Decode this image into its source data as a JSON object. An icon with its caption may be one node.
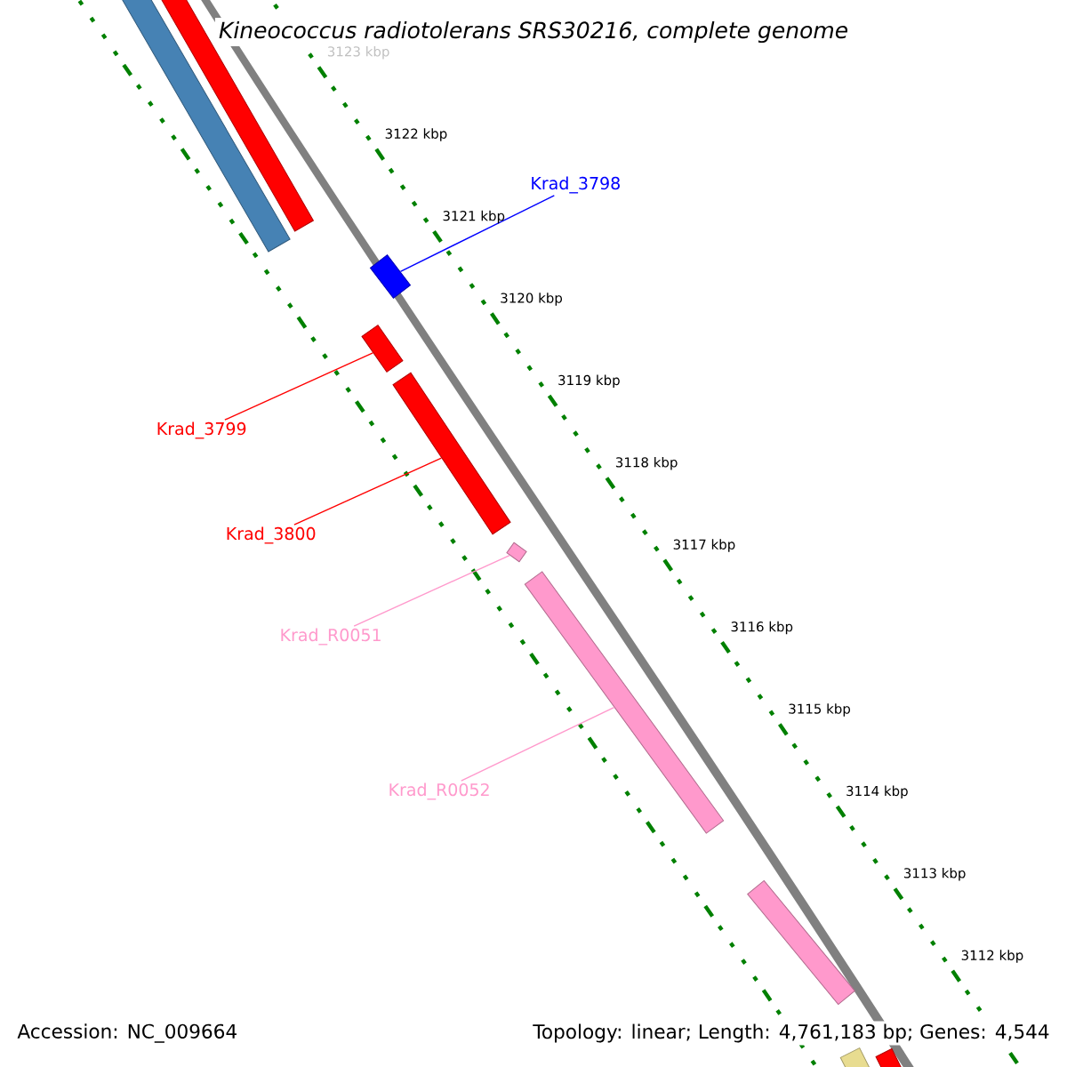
{
  "diagram": {
    "title": "Kineococcus radiotolerans SRS30216, complete genome",
    "nodes": [
      {
        "text": [],
        "shape": "bar"
      },
      {
        "text": [],
        "shape": "bar"
      },
      {
        "text": [
          "Krad_3798"
        ]
      },
      {
        "text": [],
        "shape": "bar"
      },
      {
        "text": [],
        "shape": "bar"
      },
      {
        "text": [],
        "shape": "bar"
      },
      {
        "text": [
          "Krad_3799"
        ]
      },
      {
        "text": [
          "Krad_3800"
        ]
      },
      {
        "text": [],
        "shape": "bar"
      },
      {
        "text": [
          "Krad_R0051"
        ]
      },
      {
        "text": [],
        "shape": "bar"
      },
      {
        "text": [
          "Krad_R0052"
        ]
      },
      {
        "text": [],
        "shape": "bar"
      },
      {
        "text": [],
        "shape": "bar"
      },
      {
        "text": [],
        "shape": "bar"
      }
    ],
    "edges": [
      {
        "from": 2,
        "to": 3,
        "arrow": "none",
        "color": "#0000ff"
      },
      {
        "from": 6,
        "to": 4,
        "arrow": "none",
        "color": "#ff0000"
      },
      {
        "from": 7,
        "to": 5,
        "arrow": "none",
        "color": "#ff0000"
      },
      {
        "from": 9,
        "to": 8,
        "arrow": "none",
        "color": "#ff99cc"
      },
      {
        "from": 11,
        "to": 10,
        "arrow": "none",
        "color": "#ff99cc"
      }
    ],
    "labels": [
      "3123 kbp",
      "3122 kbp",
      "3121 kbp",
      "3120 kbp",
      "3119 kbp",
      "3118 kbp",
      "3117 kbp",
      "3116 kbp",
      "3115 kbp",
      "3114 kbp",
      "3113 kbp",
      "3112 kbp",
      "Accession: NC_009664",
      "Topology: linear; Length: 4,761,183 bp; Genes: 4,544"
    ]
  }
}
